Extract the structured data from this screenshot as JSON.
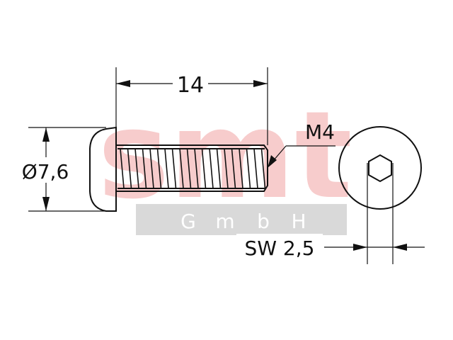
{
  "drawing": {
    "length_dim": "14",
    "diameter_dim": "Ø7,6",
    "thread_dim": "M4",
    "wrench_size_dim": "SW 2,5"
  },
  "watermark": {
    "brand": "smt",
    "company_letters": [
      "G",
      "m",
      "b",
      "H"
    ]
  },
  "colors": {
    "line": "#111111",
    "watermark_main": "#f7cccc",
    "watermark_band": "#d9d9d9"
  },
  "icons": [
    "hex-socket-icon"
  ]
}
